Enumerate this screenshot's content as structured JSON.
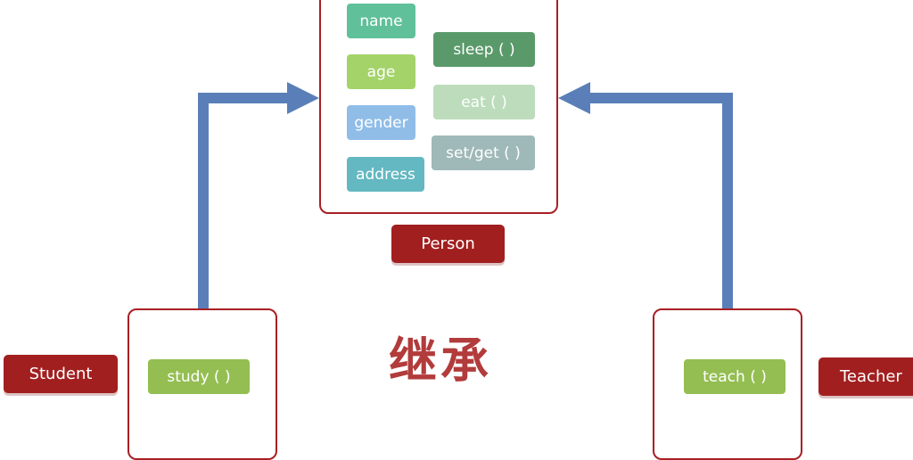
{
  "colors": {
    "frame": "#a82024",
    "label_bg": "#a21f1f",
    "arrow": "#5a7fb8",
    "heading": "#b23b3b",
    "chip_name": "#5fc09a",
    "chip_age": "#a4d36a",
    "chip_gender": "#90bde8",
    "chip_address": "#63b8c1",
    "chip_sleep": "#5a9a6a",
    "chip_eat": "#bcdcbb",
    "chip_setget": "#9fb8b8",
    "chip_study": "#94be52",
    "chip_teach": "#94be52"
  },
  "person": {
    "label": "Person",
    "fields": [
      "name",
      "age",
      "gender",
      "address"
    ],
    "methods": [
      "sleep ( )",
      "eat ( )",
      "set/get ( )"
    ]
  },
  "student": {
    "label": "Student",
    "method": "study ( )"
  },
  "teacher": {
    "label": "Teacher",
    "method": "teach ( )"
  },
  "heading": "继承"
}
